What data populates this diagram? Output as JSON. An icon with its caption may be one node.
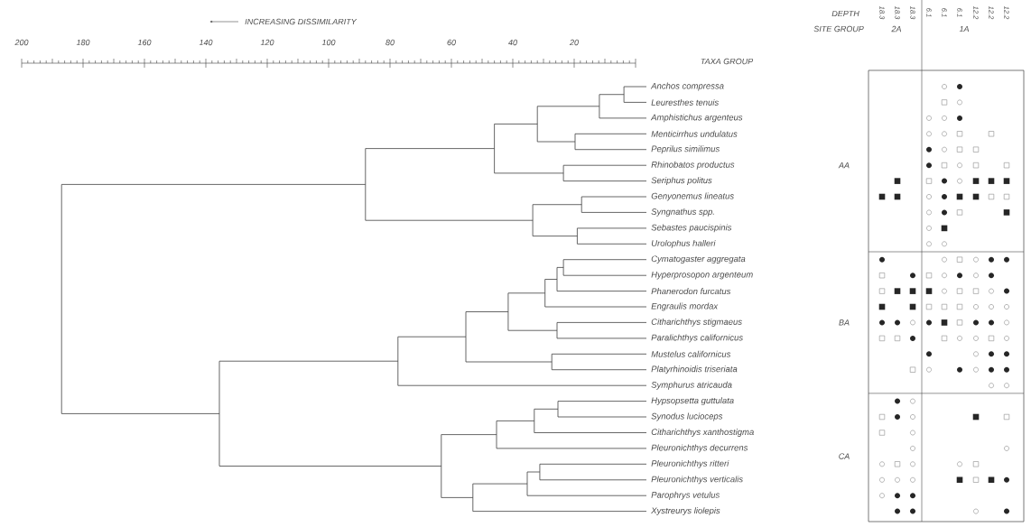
{
  "diagram": {
    "title": "INCREASING DISSIMILARITY",
    "labels": [
      "200",
      "180",
      "160",
      "140",
      "120",
      "100",
      "80",
      "60",
      "40",
      "20",
      "DEPTH",
      "18.3",
      "18.3",
      "18.3",
      "6.1",
      "6.1",
      "6.1",
      "12.2",
      "12.2",
      "12.2",
      "SITE GROUP",
      "2A",
      "1A",
      "TAXA GROUP",
      "Anchos compressa",
      "Leuresthes tenuis",
      "Amphistichus argenteus",
      "Menticirrhus undulatus",
      "Peprilus similimus",
      "Rhinobatos productus",
      "AA",
      "Seriphus politus",
      "Genyonemus lineatus",
      "Syngnathus spp.",
      "Sebastes paucispinis",
      "Urolophus halleri",
      "Cymatogaster aggregata",
      "Hyperprosopon argenteum",
      "Phanerodon furcatus",
      "Engraulis mordax",
      "Citharichthys stigmaeus",
      "BA",
      "Paralichthys californicus",
      "Mustelus californicus",
      "Platyrhinoidis triseriata",
      "Symphurus atricauda",
      "Hypsopsetta guttulata",
      "Synodus lucioceps",
      "Citharichthys xanthostigma",
      "Pleuronichthys decurrens",
      "CA",
      "Pleuronichthys ritteri",
      "Pleuronichthys verticalis",
      "Parophrys vetulus",
      "Xystreurys liolepis"
    ]
  }
}
